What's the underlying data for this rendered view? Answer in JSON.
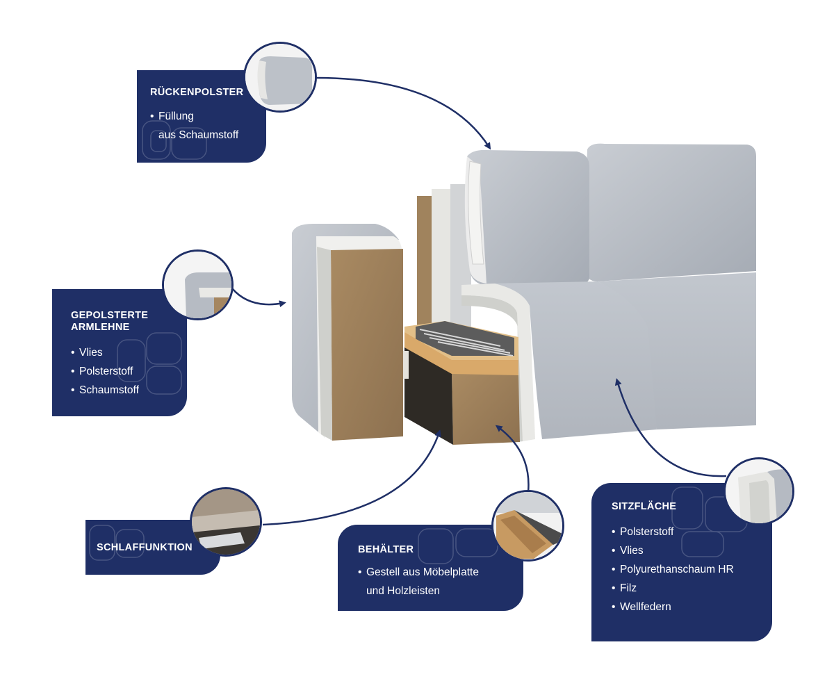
{
  "colors": {
    "card": "#1f2f66",
    "arrow": "#1f2f66",
    "fabric": "#b9bec6",
    "fabric_dark": "#9ea4ad",
    "board": "#9b7e58",
    "wood": "#d9a96a"
  },
  "cards": {
    "back_cushion": {
      "title": "RÜCKENPOLSTER",
      "items": [
        "Füllung",
        "aus Schaumstoff"
      ]
    },
    "armrest": {
      "title_line1": "GEPOLSTERTE",
      "title_line2": "ARMLEHNE",
      "items": [
        "Vlies",
        "Polsterstoff",
        "Schaumstoff"
      ]
    },
    "sleep": {
      "title": "SCHLAFFUNKTION"
    },
    "storage": {
      "title": "BEHÄLTER",
      "items": [
        "Gestell aus Möbelplatte",
        "und Holzleisten"
      ]
    },
    "seat": {
      "title": "SITZFLÄCHE",
      "items": [
        "Polsterstoff",
        "Vlies",
        "Polyurethanschaum HR",
        "Filz",
        "Wellfedern"
      ]
    }
  },
  "zooms": {
    "back_cushion": "cushion-detail",
    "armrest": "armrest-detail",
    "sleep": "sleep-mechanism-detail",
    "storage": "storage-box-detail",
    "seat": "seat-layers-detail"
  }
}
